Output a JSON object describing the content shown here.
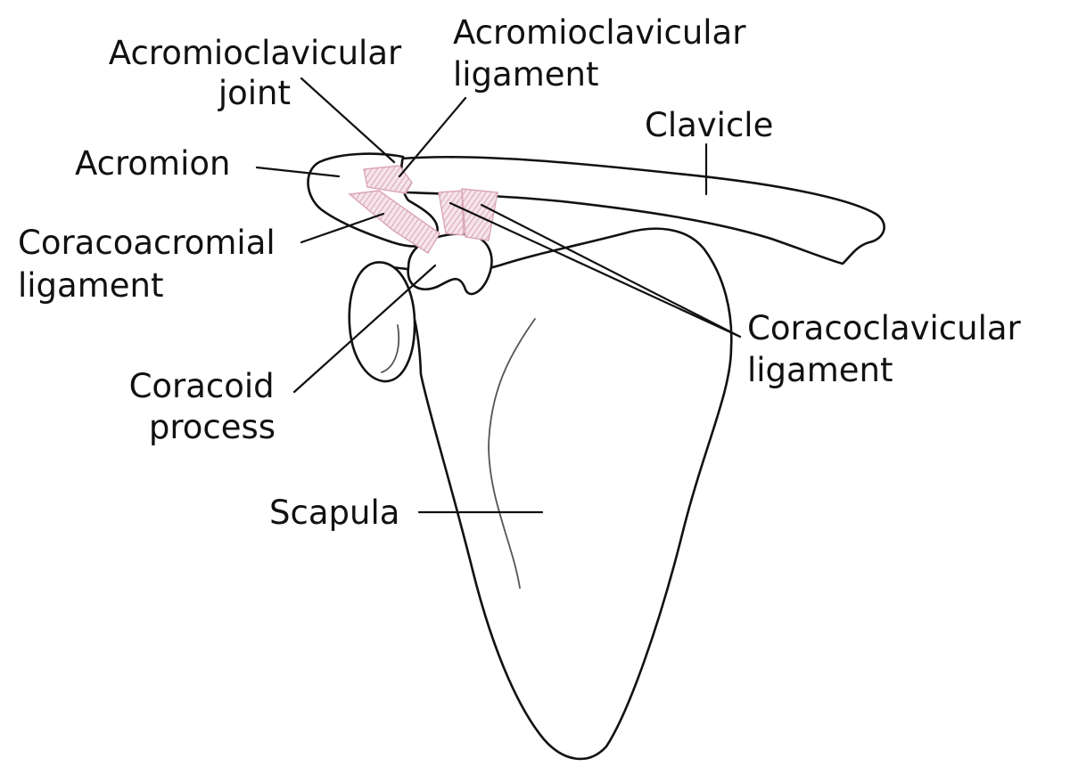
{
  "diagram": {
    "colors": {
      "outline": "#111111",
      "ligament": "#d9a6b8",
      "background": "#ffffff"
    },
    "labels": {
      "ac_joint": [
        "Acromioclavicular",
        "joint"
      ],
      "ac_ligament": [
        "Acromioclavicular",
        "ligament"
      ],
      "clavicle": [
        "Clavicle"
      ],
      "acromion": [
        "Acromion"
      ],
      "coracoacromial_ligament": [
        "Coracoacromial",
        "ligament"
      ],
      "coracoclavicular_ligament": [
        "Coracoclavicular",
        "ligament"
      ],
      "coracoid_process": [
        "Coracoid",
        "process"
      ],
      "scapula": [
        "Scapula"
      ]
    }
  }
}
